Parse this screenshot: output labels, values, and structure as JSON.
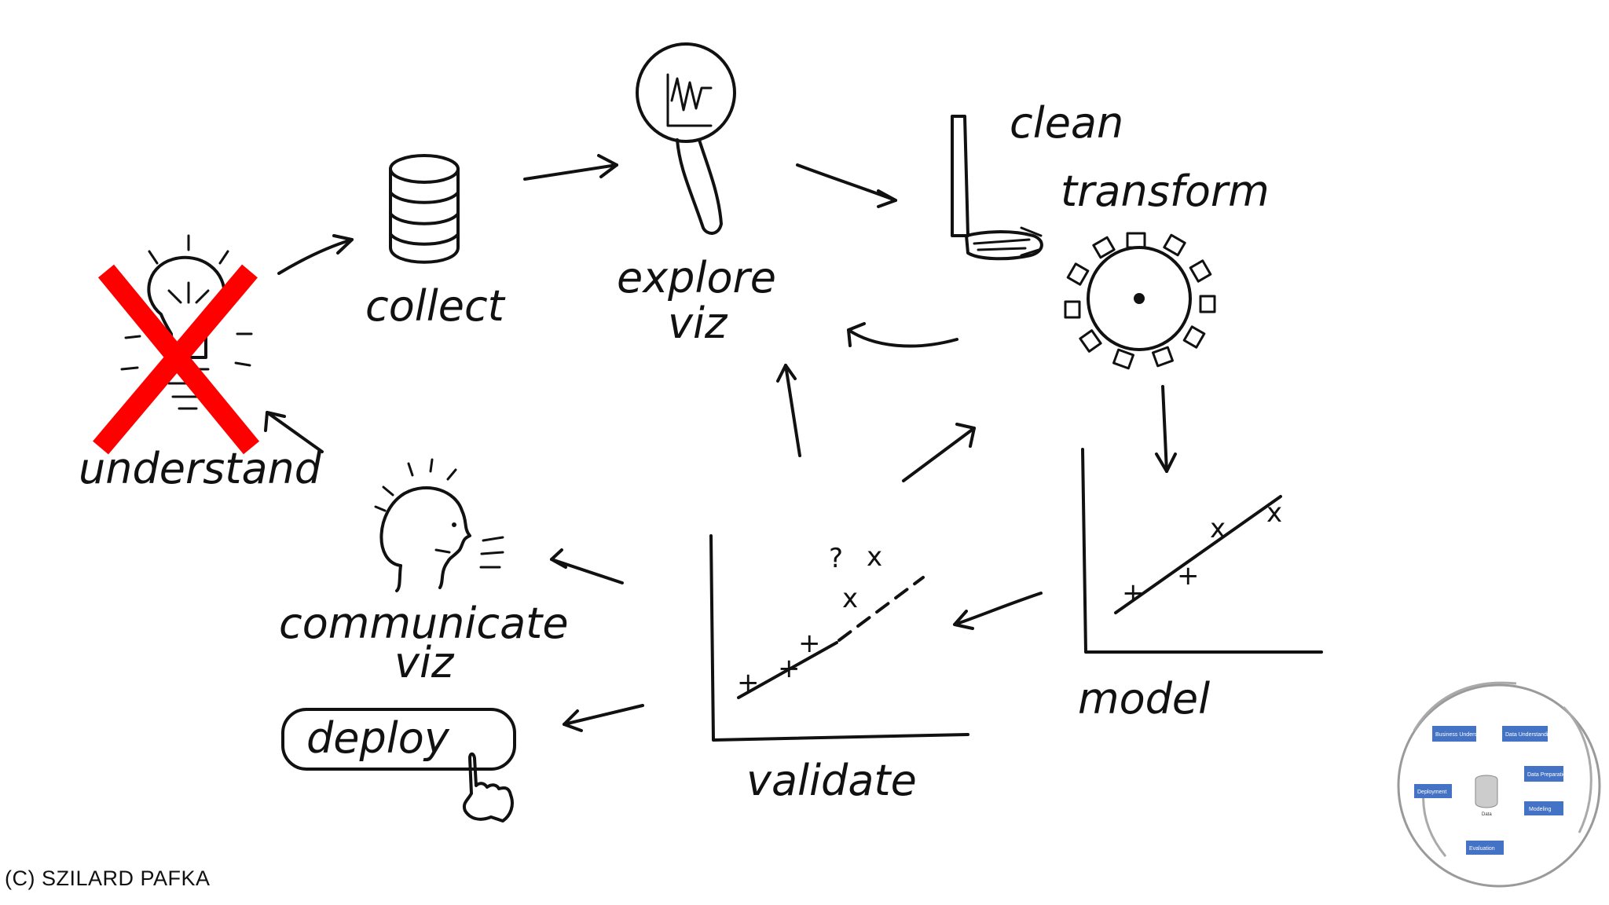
{
  "stages": {
    "understand": "understand",
    "collect": "collect",
    "explore_line1": "explore",
    "explore_line2": "viz",
    "clean": "clean",
    "transform": "transform",
    "model": "model",
    "validate": "validate",
    "communicate_line1": "communicate",
    "communicate_line2": "viz",
    "deploy": "deploy"
  },
  "plot_marks": {
    "question": "?",
    "cross": "x",
    "plus": "+"
  },
  "copyright": "(C) SZILARD PAFKA",
  "mini_diagram": {
    "boxes": [
      "Business Understanding",
      "Data Understanding",
      "Data Preparation",
      "Modeling",
      "Evaluation",
      "Deployment"
    ],
    "center_label": "Data"
  },
  "colors": {
    "ink": "#111111",
    "cross_out": "#ff0000",
    "mini_box": "#4472c4"
  }
}
